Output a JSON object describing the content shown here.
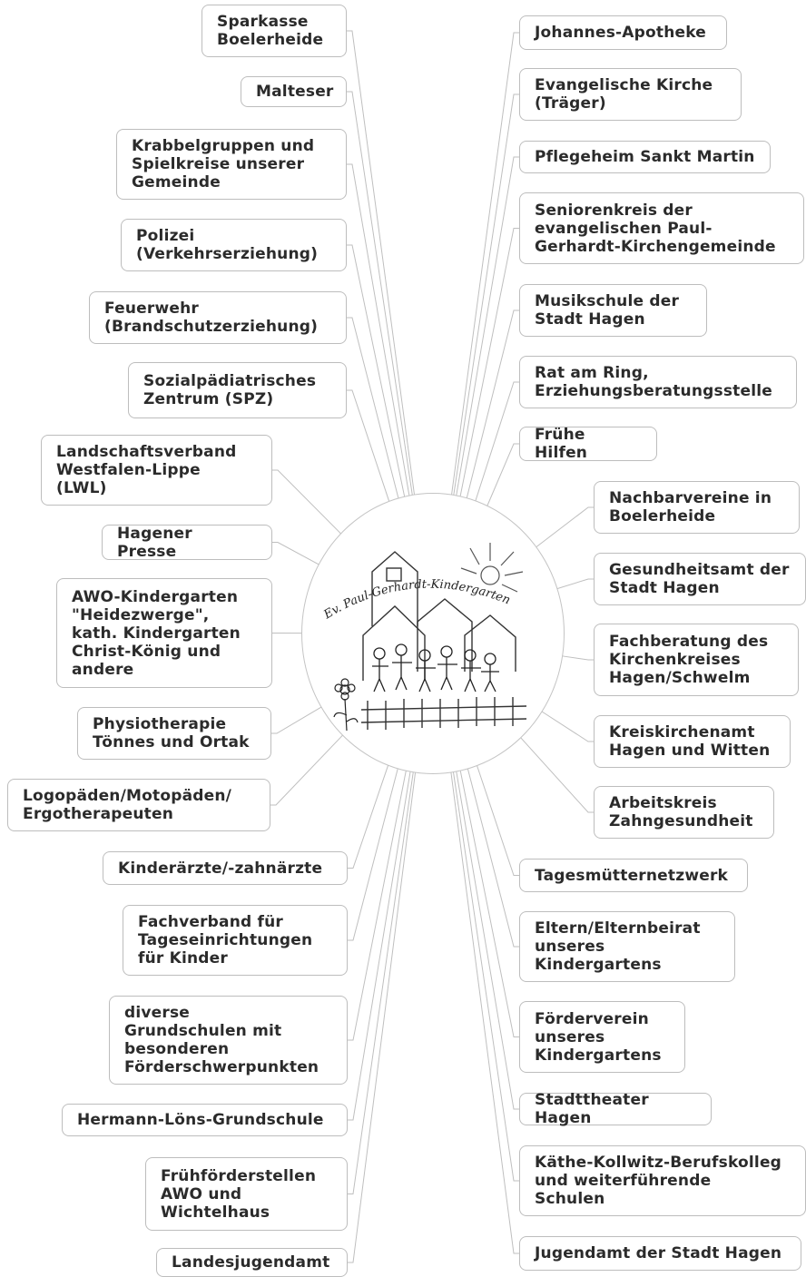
{
  "center": {
    "logo_text": "Ev. Paul-Gerhardt-Kindergarten"
  },
  "colors": {
    "line": "#bfbfbf",
    "node_border": "#bdbdbd",
    "text": "#2b2b2b"
  },
  "nodes_left": [
    {
      "id": "sparkasse",
      "label": "Sparkasse\nBoelerheide"
    },
    {
      "id": "malteser",
      "label": "Malteser"
    },
    {
      "id": "krabbelgruppen",
      "label": "Krabbelgruppen und\nSpielkreise unserer\nGemeinde"
    },
    {
      "id": "polizei",
      "label": "Polizei\n(Verkehrserziehung)"
    },
    {
      "id": "feuerwehr",
      "label": "Feuerwehr\n(Brandschutzerziehung)"
    },
    {
      "id": "spz",
      "label": "Sozialpädiatrisches\nZentrum (SPZ)"
    },
    {
      "id": "lwl",
      "label": "Landschaftsverband\nWestfalen-Lippe\n(LWL)"
    },
    {
      "id": "presse",
      "label": "Hagener Presse"
    },
    {
      "id": "awo-kita",
      "label": "AWO-Kindergarten\n\"Heidezwerge\",\nkath. Kindergarten\nChrist-König und\nandere"
    },
    {
      "id": "physio",
      "label": "Physiotherapie\nTönnes und Ortak"
    },
    {
      "id": "logo-paeden",
      "label": "Logopäden/Motopäden/\nErgotherapeuten"
    },
    {
      "id": "kinderaerzte",
      "label": "Kinderärzte/-zahnärzte"
    },
    {
      "id": "fachverband",
      "label": "Fachverband für\nTageseinrichtungen\nfür Kinder"
    },
    {
      "id": "grundschulen",
      "label": "diverse\nGrundschulen mit\nbesonderen\nFörderschwerpunkten"
    },
    {
      "id": "loens",
      "label": "Hermann-Löns-Grundschule"
    },
    {
      "id": "fruehfoerder",
      "label": "Frühförderstellen\nAWO und\nWichtelhaus"
    },
    {
      "id": "landesjugendamt",
      "label": "Landesjugendamt"
    }
  ],
  "nodes_right": [
    {
      "id": "apotheke",
      "label": "Johannes-Apotheke"
    },
    {
      "id": "ev-kirche",
      "label": "Evangelische Kirche\n(Träger)"
    },
    {
      "id": "pflegeheim",
      "label": "Pflegeheim Sankt Martin"
    },
    {
      "id": "seniorenkreis",
      "label": "Seniorenkreis der\nevangelischen Paul-\nGerhardt-Kirchengemeinde"
    },
    {
      "id": "musikschule",
      "label": "Musikschule der\nStadt Hagen"
    },
    {
      "id": "rat-am-ring",
      "label": "Rat am Ring,\nErziehungsberatungsstelle"
    },
    {
      "id": "fruehe-hilfen",
      "label": "Frühe Hilfen"
    },
    {
      "id": "nachbarvereine",
      "label": "Nachbarvereine in\nBoelerheide"
    },
    {
      "id": "gesundheitsamt",
      "label": "Gesundheitsamt der\nStadt Hagen"
    },
    {
      "id": "fachberatung",
      "label": "Fachberatung des\nKirchenkreises\nHagen/Schwelm"
    },
    {
      "id": "kreiskirchenamt",
      "label": "Kreiskirchenamt\nHagen und Witten"
    },
    {
      "id": "arbeitskreis",
      "label": "Arbeitskreis\nZahngesundheit"
    },
    {
      "id": "tagesmuetter",
      "label": "Tagesmütternetzwerk"
    },
    {
      "id": "eltern",
      "label": "Eltern/Elternbeirat\nunseres\nKindergartens"
    },
    {
      "id": "foerderverein",
      "label": "Förderverein\nunseres\nKindergartens"
    },
    {
      "id": "stadttheater",
      "label": "Stadttheater Hagen"
    },
    {
      "id": "kollwitz",
      "label": "Käthe-Kollwitz-Berufskolleg\nund weiterführende\nSchulen"
    },
    {
      "id": "jugendamt",
      "label": "Jugendamt der Stadt Hagen"
    }
  ]
}
